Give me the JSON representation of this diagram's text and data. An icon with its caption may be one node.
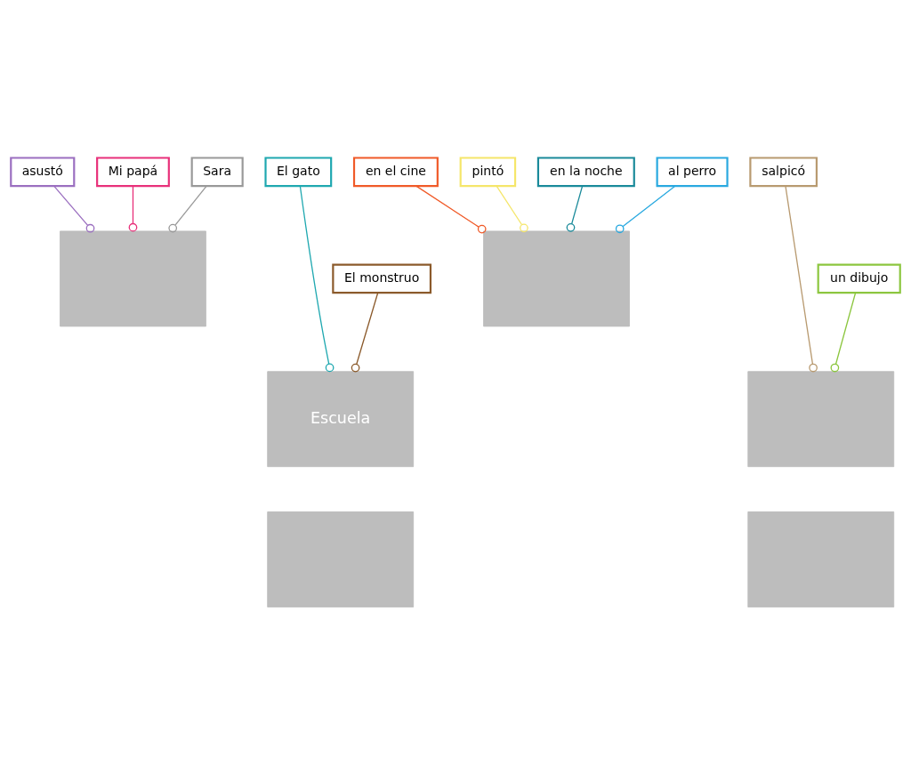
{
  "diagram": {
    "nodes": [
      {
        "text": [
          "asustó"
        ]
      },
      {
        "text": [
          "El gato"
        ]
      },
      {
        "text": [
          "en el cine"
        ]
      },
      {
        "text": [
          "pintó"
        ]
      },
      {
        "text": [
          "en la noche"
        ]
      },
      {
        "text": [
          "al perro"
        ]
      },
      {
        "text": [
          "salpicó"
        ]
      },
      {
        "text": [
          "Mi papá"
        ]
      },
      {
        "text": [
          "Sara"
        ]
      },
      {
        "text": [
          "un dibujo"
        ]
      },
      {
        "text": [
          "El monstruo"
        ]
      },
      {
        "text": [],
        "shape": "box"
      },
      {
        "text": [],
        "shape": "box"
      },
      {
        "text": [],
        "shape": "box"
      },
      {
        "text": [
          "Escuela"
        ]
      },
      {
        "text": [],
        "shape": "box"
      },
      {
        "text": [],
        "shape": "box"
      }
    ],
    "edges": [
      {
        "from": 2,
        "to": 11,
        "arrow": "other",
        "color": "#f05a28"
      },
      {
        "from": 5,
        "to": 11,
        "arrow": "other",
        "color": "#29a9e0"
      },
      {
        "from": 3,
        "to": 11,
        "arrow": "other",
        "color": "#f5e66a"
      },
      {
        "from": 4,
        "to": 11,
        "arrow": "other",
        "color": "#1a8a9a"
      },
      {
        "from": 9,
        "to": 13,
        "arrow": "other",
        "color": "#8cc63f"
      },
      {
        "from": 6,
        "to": 13,
        "arrow": "other",
        "color": "#b89a70"
      },
      {
        "from": 0,
        "to": 12,
        "arrow": "other",
        "color": "#9b6fc0"
      },
      {
        "from": 7,
        "to": 12,
        "arrow": "other",
        "color": "#e8307a"
      },
      {
        "from": 1,
        "to": 14,
        "arrow": "other",
        "color": "#1fa8b0"
      },
      {
        "from": 8,
        "to": 12,
        "arrow": "other",
        "color": "#999999"
      },
      {
        "from": 10,
        "to": 14,
        "arrow": "other",
        "color": "#8b5a2b"
      }
    ]
  }
}
